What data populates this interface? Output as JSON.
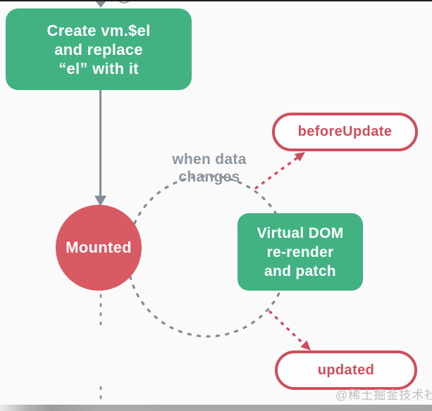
{
  "colors": {
    "green": "#42B283",
    "red_fill": "#D75A64",
    "red_accent": "#CE4E5B",
    "gray_line": "#838D97",
    "gray_light": "#9AA2A8",
    "gray_text": "#8B959E",
    "bg": "#FBFAFA"
  },
  "nodes": {
    "create_el": {
      "lines": [
        "Create vm.$el",
        "and replace",
        "“el” with it"
      ]
    },
    "mounted": {
      "label": "Mounted"
    },
    "virtual_dom": {
      "lines": [
        "Virtual DOM",
        "re-render",
        "and patch"
      ]
    },
    "before_update": {
      "label": "beforeUpdate"
    },
    "updated": {
      "label": "updated"
    }
  },
  "annotations": {
    "when_data_changes": {
      "lines": [
        "when data",
        "changes"
      ]
    },
    "watermark": "@稀土掘金技术社区"
  }
}
